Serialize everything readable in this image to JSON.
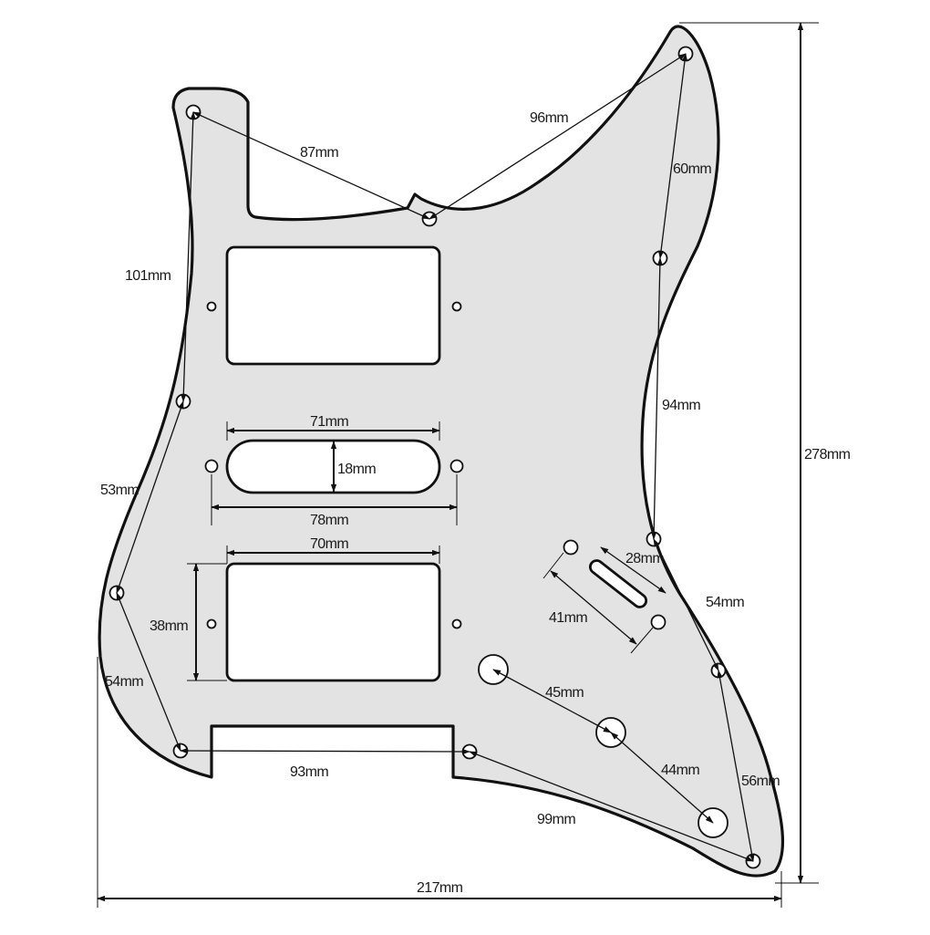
{
  "diagram": {
    "colors": {
      "body": "#e3e3e3",
      "outline": "#111111",
      "hole": "#ffffff"
    },
    "dimensions": {
      "d87": "87mm",
      "d96": "96mm",
      "d60": "60mm",
      "d101": "101mm",
      "d94": "94mm",
      "d278": "278mm",
      "d71": "71mm",
      "d18": "18mm",
      "d78": "78mm",
      "d70": "70mm",
      "d28": "28mm",
      "d53": "53mm",
      "d54_right": "54mm",
      "d41": "41mm",
      "d38": "38mm",
      "d54_left": "54mm",
      "d45": "45mm",
      "d93": "93mm",
      "d44": "44mm",
      "d56": "56mm",
      "d99": "99mm",
      "d217": "217mm"
    }
  }
}
